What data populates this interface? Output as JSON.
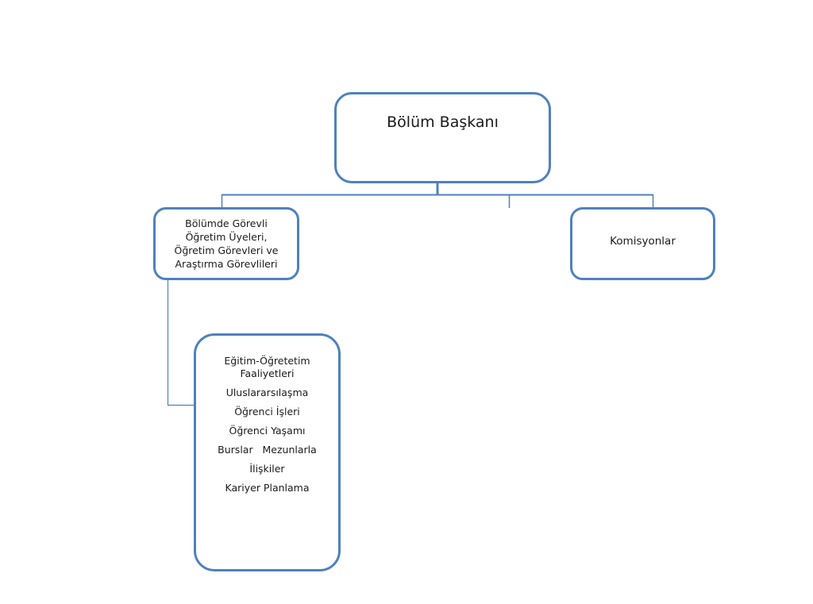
{
  "diagram": {
    "colors": {
      "node_border": "#4f81bd",
      "connector": "#4f81bd",
      "text": "#1a1a1a"
    },
    "head": {
      "label": "Bölüm Başkanı"
    },
    "staff": {
      "lines": [
        "Bölümde Görevli",
        "Öğretim Üyeleri,",
        "Öğretim Görevleri ve",
        "Araştırma Görevlileri"
      ]
    },
    "committees": {
      "label": "Komisyonlar"
    },
    "activities": {
      "items": [
        "Eğitim-Öğretetim",
        "Faaliyetleri",
        "Uluslararsılaşma",
        "Öğrenci İşleri",
        "Öğrenci Yaşamı",
        "Burslar   Mezunlarla",
        "İlişkiler",
        "Kariyer Planlama"
      ]
    },
    "edges": [
      {
        "from": "head",
        "to": "staff"
      },
      {
        "from": "head",
        "to": "unnamed-branch"
      },
      {
        "from": "head",
        "to": "committees"
      },
      {
        "from": "staff",
        "to": "activities"
      }
    ]
  }
}
